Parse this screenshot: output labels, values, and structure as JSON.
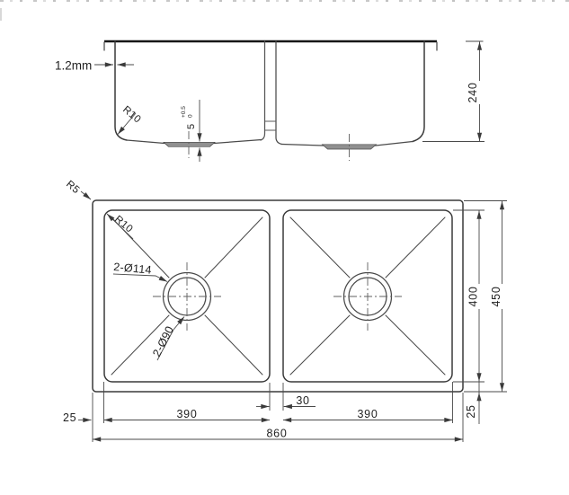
{
  "drawing": {
    "front_view": {
      "wall_thickness_label": "1.2mm",
      "corner_radius_label": "R10",
      "recess_height_value": "5",
      "recess_tol_upper": "+0.5",
      "recess_tol_lower": "0",
      "depth_dim": "240"
    },
    "plan_view": {
      "outer_corner_radius_label": "R5",
      "bowl_corner_radius_label": "R10",
      "drain_outer_label": "2-Ø114",
      "drain_inner_label": "2-Ø90",
      "bowl_depth_dim": "400",
      "overall_depth_dim": "450",
      "right_bottom_margin_dim": "25",
      "left_margin_dim": "25",
      "center_gap_dim": "30",
      "left_bowl_width_dim": "390",
      "right_bowl_width_dim": "390",
      "overall_width_dim": "860"
    }
  }
}
